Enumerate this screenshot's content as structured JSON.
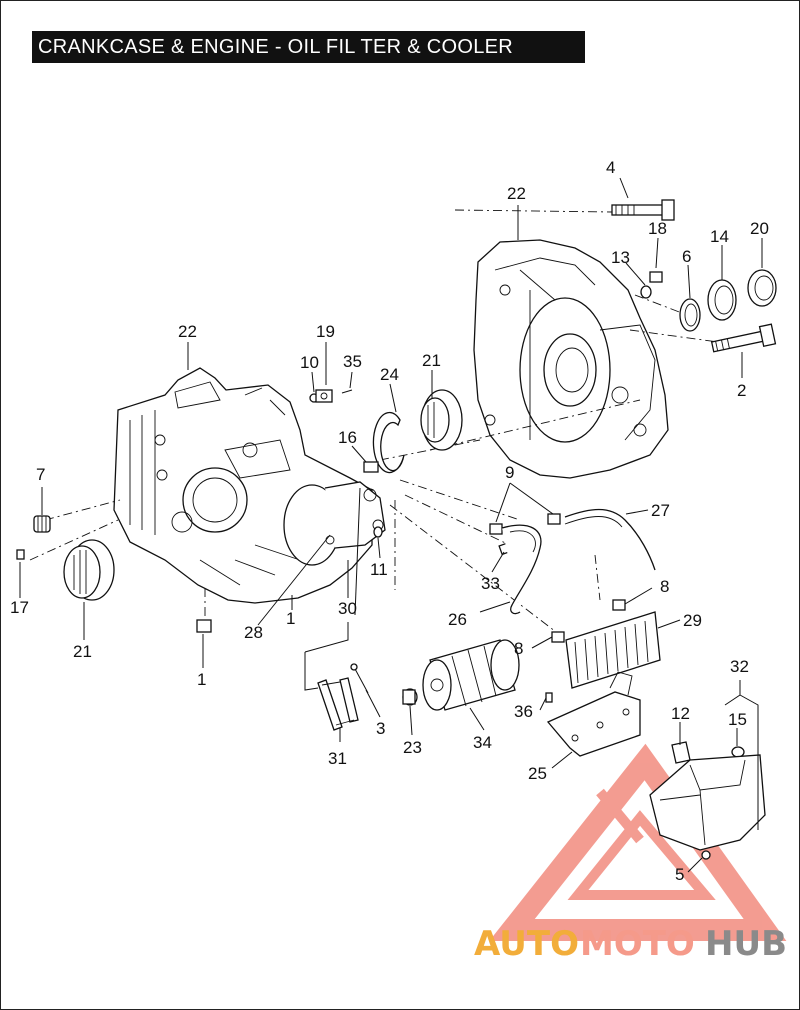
{
  "title": "CRANKCASE & ENGINE - OIL FIL TER & COOLER",
  "callouts": {
    "c1a": "1",
    "c1b": "1",
    "c2": "2",
    "c3": "3",
    "c4": "4",
    "c5": "5",
    "c6": "6",
    "c7": "7",
    "c8a": "8",
    "c8b": "8",
    "c9": "9",
    "c10": "10",
    "c11": "11",
    "c12": "12",
    "c13": "13",
    "c14": "14",
    "c15": "15",
    "c16": "16",
    "c17": "17",
    "c18": "18",
    "c19": "19",
    "c20": "20",
    "c21a": "21",
    "c21b": "21",
    "c22a": "22",
    "c22b": "22",
    "c23": "23",
    "c24": "24",
    "c25": "25",
    "c26": "26",
    "c27": "27",
    "c28": "28",
    "c29": "29",
    "c30": "30",
    "c31": "31",
    "c32": "32",
    "c33": "33",
    "c34": "34",
    "c35": "35",
    "c36": "36"
  },
  "watermark": {
    "part1": "AUTO",
    "part2": "MOTO",
    "part3": "HUB",
    "color_triangle": "#f28b7e",
    "color_auto": "#f2ad3a",
    "color_hub": "#8a8a8a"
  }
}
